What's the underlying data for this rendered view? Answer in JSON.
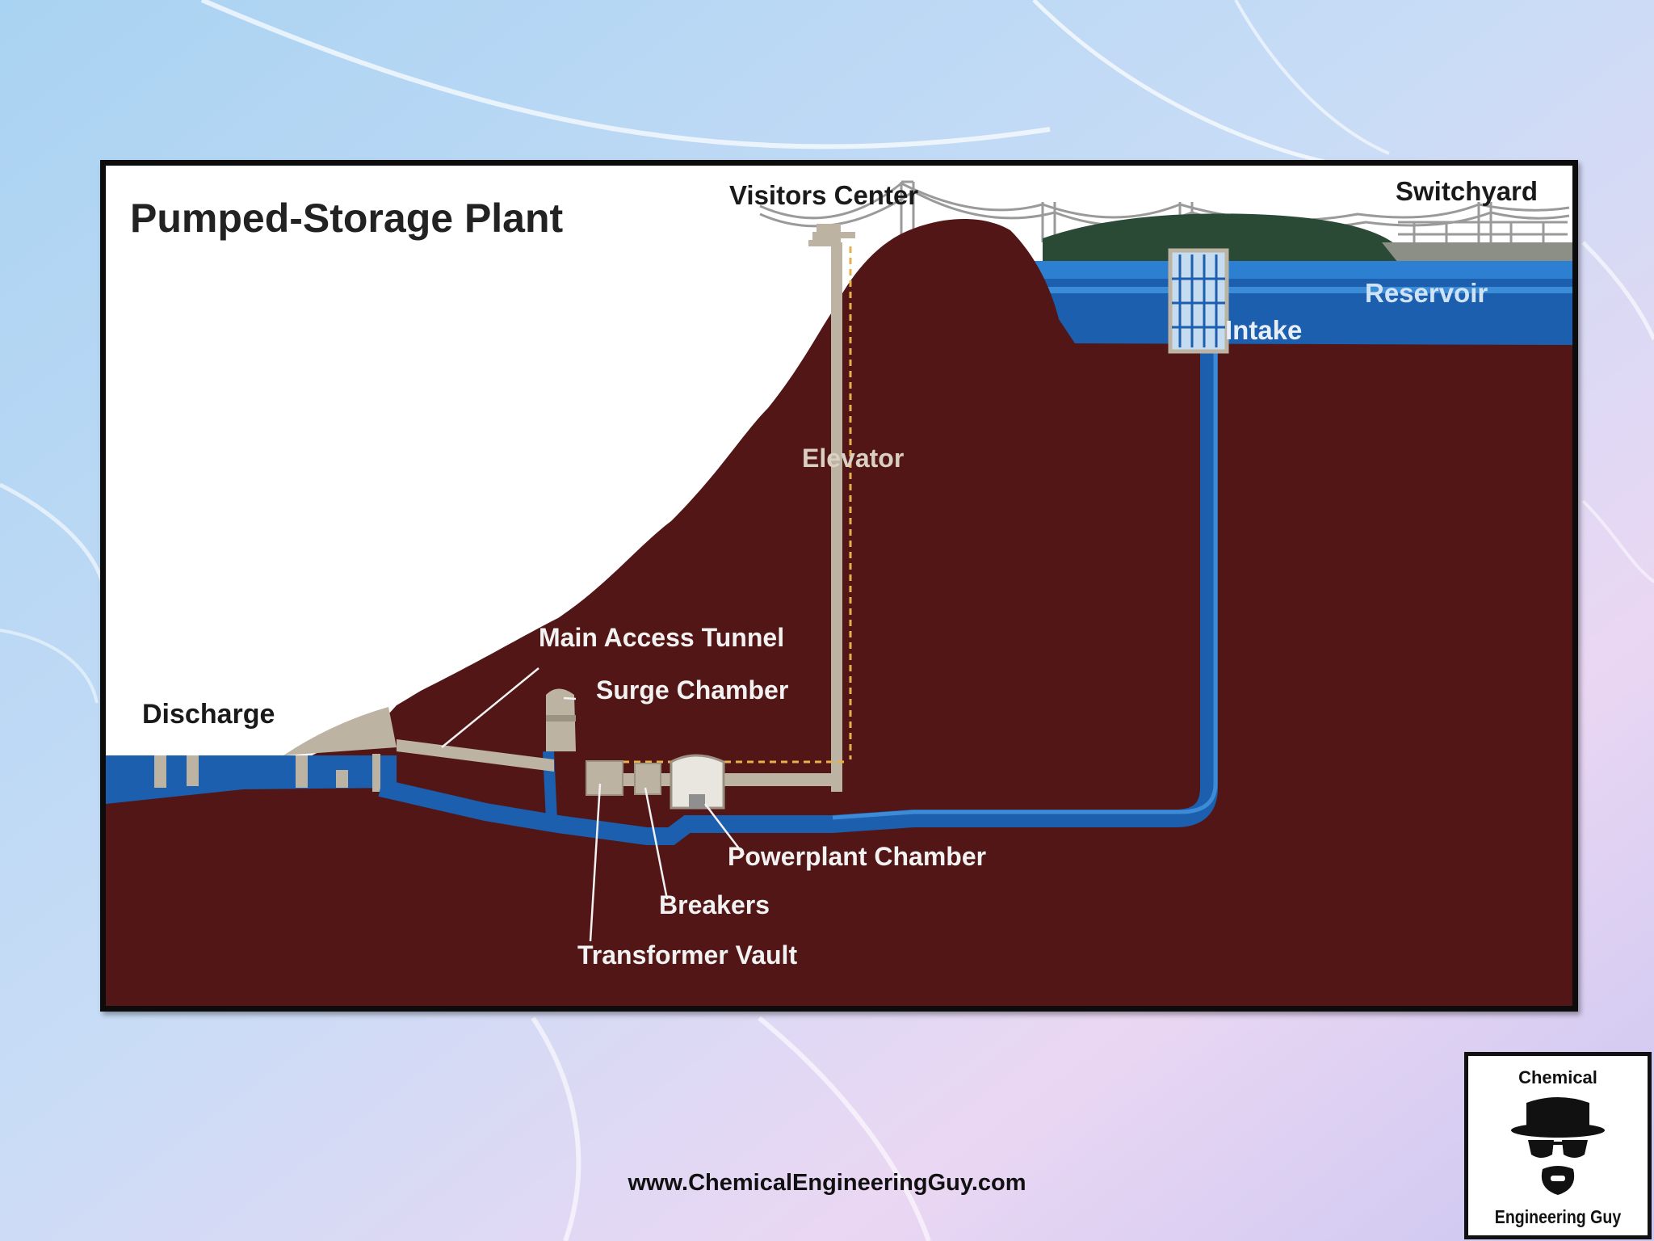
{
  "diagram": {
    "title": "Pumped-Storage Plant",
    "labels": {
      "visitors_center": "Visitors Center",
      "switchyard": "Switchyard",
      "reservoir": "Reservoir",
      "intake": "Intake",
      "elevator": "Elevator",
      "main_access_tunnel": "Main Access Tunnel",
      "surge_chamber": "Surge Chamber",
      "discharge": "Discharge",
      "powerplant_chamber": "Powerplant Chamber",
      "breakers": "Breakers",
      "transformer_vault": "Transformer Vault"
    },
    "colors": {
      "earth": "#521616",
      "water": "#1b5fae",
      "water_light": "#2d7fd2",
      "structure": "#bdb3a3",
      "hill": "#2a4a36",
      "sky": "#ffffff",
      "dashed_line": "#e8b04a"
    }
  },
  "footer": {
    "url": "www.ChemicalEngineeringGuy.com"
  },
  "logo": {
    "line1": "Chemical",
    "line2": "Engineering Guy"
  }
}
